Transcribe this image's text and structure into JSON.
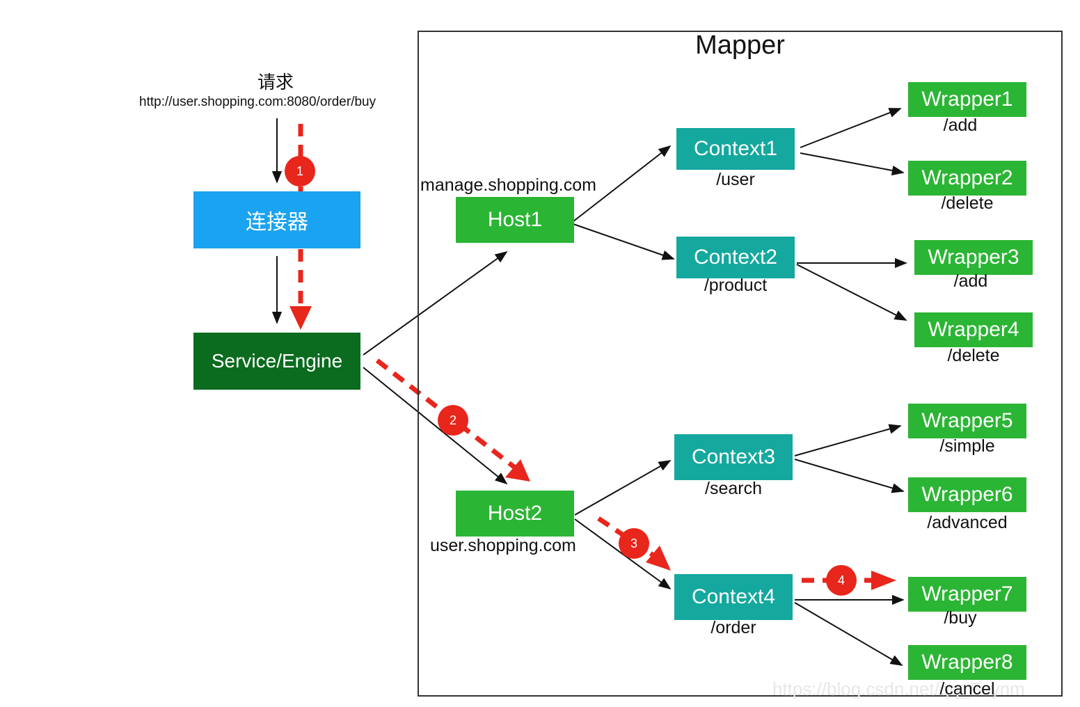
{
  "request": {
    "title": "请求",
    "url": "http://user.shopping.com:8080/order/buy"
  },
  "connector": {
    "label": "连接器"
  },
  "engine": {
    "label": "Service/Engine"
  },
  "mapper": {
    "title": "Mapper"
  },
  "hosts": [
    {
      "label": "Host1",
      "domain": "manage.shopping.com"
    },
    {
      "label": "Host2",
      "domain": "user.shopping.com"
    }
  ],
  "contexts": [
    {
      "label": "Context1",
      "path": "/user"
    },
    {
      "label": "Context2",
      "path": "/product"
    },
    {
      "label": "Context3",
      "path": "/search"
    },
    {
      "label": "Context4",
      "path": "/order"
    }
  ],
  "wrappers": [
    {
      "label": "Wrapper1",
      "path": "/add"
    },
    {
      "label": "Wrapper2",
      "path": "/delete"
    },
    {
      "label": "Wrapper3",
      "path": "/add"
    },
    {
      "label": "Wrapper4",
      "path": "/delete"
    },
    {
      "label": "Wrapper5",
      "path": "/simple"
    },
    {
      "label": "Wrapper6",
      "path": "/advanced"
    },
    {
      "label": "Wrapper7",
      "path": "/buy"
    },
    {
      "label": "Wrapper8",
      "path": "/cancel"
    }
  ],
  "steps": [
    "1",
    "2",
    "3",
    "4"
  ],
  "watermark": "https://blog.csdn.net/qq_Feynm",
  "colors": {
    "connector": "#1aa3f0",
    "engine": "#0b6b1e",
    "host": "#2bb534",
    "context": "#14a89e",
    "wrapper": "#2bb534",
    "step": "#e8261c"
  }
}
